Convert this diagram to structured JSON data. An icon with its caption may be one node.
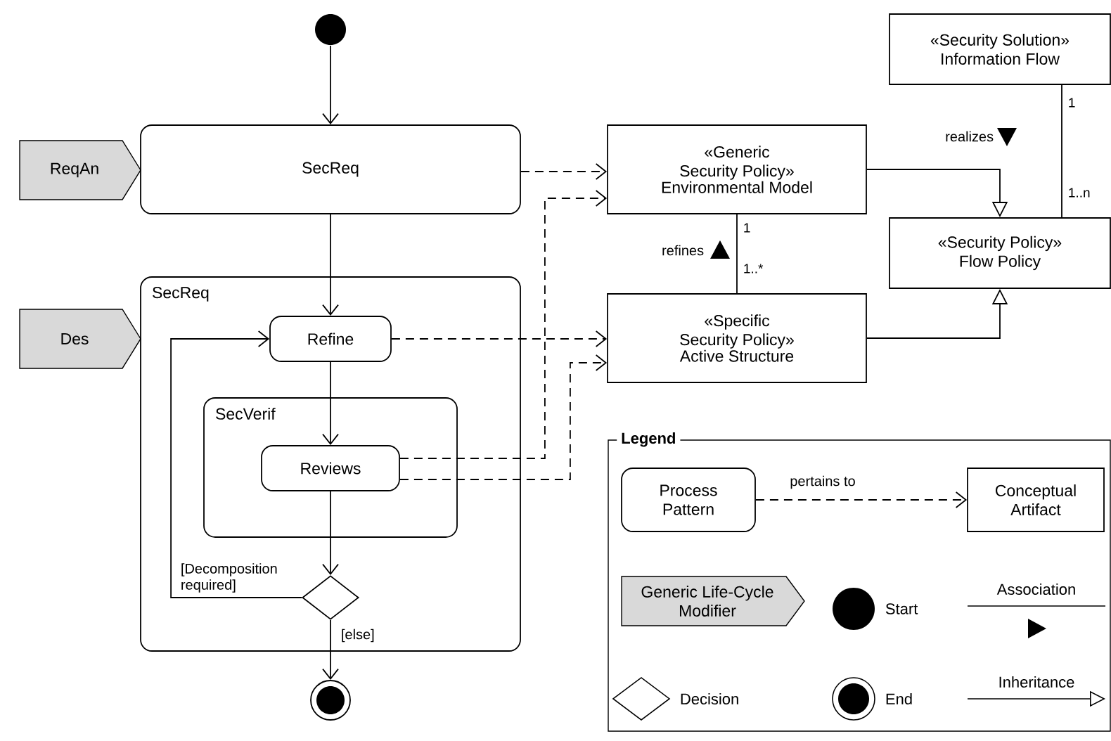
{
  "diagram": {
    "nodes": [
      {
        "text": [],
        "shape": "circle"
      },
      {
        "text": [
          "ReqAn"
        ]
      },
      {
        "text": [
          "SecReq"
        ]
      },
      {
        "text": [
          "Des"
        ]
      },
      {
        "text": [
          "SecReq"
        ]
      },
      {
        "text": [
          "Refine"
        ],
        "in": 4
      },
      {
        "text": [
          "SecVerif"
        ],
        "in": 4
      },
      {
        "text": [
          "Reviews"
        ],
        "in": 6
      },
      {
        "text": [],
        "shape": "diamond",
        "in": 4
      },
      {
        "text": [],
        "shape": "circle"
      },
      {
        "text": [
          "«Generic Security Policy»",
          "Environmental Model"
        ]
      },
      {
        "text": [
          "«Specific Security Policy»",
          "Active Structure"
        ]
      },
      {
        "text": [
          "«Security Solution»",
          "Information Flow"
        ]
      },
      {
        "text": [
          "«Security Policy»",
          "Flow Policy"
        ]
      },
      {
        "text": [
          "Legend"
        ]
      },
      {
        "text": [
          "Process Pattern"
        ],
        "in": 14
      },
      {
        "text": [
          "Conceptual Artifact"
        ],
        "in": 14
      },
      {
        "text": [
          "Generic Life-Cycle Modifier"
        ],
        "in": 14
      }
    ],
    "edges": [
      {
        "from": 0,
        "to": 2,
        "arrow": "to"
      },
      {
        "from": 2,
        "to": 5,
        "arrow": "to"
      },
      {
        "from": 5,
        "to": 7,
        "arrow": "to"
      },
      {
        "from": 7,
        "to": 8,
        "arrow": "to"
      },
      {
        "from": 8,
        "to": 5,
        "arrow": "to",
        "label": "[Decomposition required]"
      },
      {
        "from": 8,
        "to": 9,
        "arrow": "to",
        "label": "[else]"
      },
      {
        "from": 2,
        "to": 10,
        "arrow": "to",
        "style": "dashed"
      },
      {
        "from": 7,
        "to": 10,
        "arrow": "to",
        "style": "dashed"
      },
      {
        "from": 5,
        "to": 11,
        "arrow": "to",
        "style": "dashed"
      },
      {
        "from": 7,
        "to": 11,
        "arrow": "to",
        "style": "dashed"
      },
      {
        "from": 10,
        "to": 13,
        "arrow": "to"
      },
      {
        "from": 11,
        "to": 13,
        "arrow": "to"
      },
      {
        "from": 11,
        "to": 10,
        "arrow": "none",
        "label": "refines"
      },
      {
        "from": 12,
        "to": 13,
        "arrow": "none",
        "label": "realizes"
      },
      {
        "from": 15,
        "to": 16,
        "arrow": "to",
        "style": "dashed",
        "label": "pertains to"
      }
    ],
    "labels": [
      "1",
      "1..*",
      "1",
      "1..n"
    ],
    "legend": [
      {
        "text": "Start"
      },
      {
        "text": "Association"
      },
      {
        "text": "Decision"
      },
      {
        "text": "End"
      },
      {
        "text": "Inheritance"
      }
    ]
  }
}
